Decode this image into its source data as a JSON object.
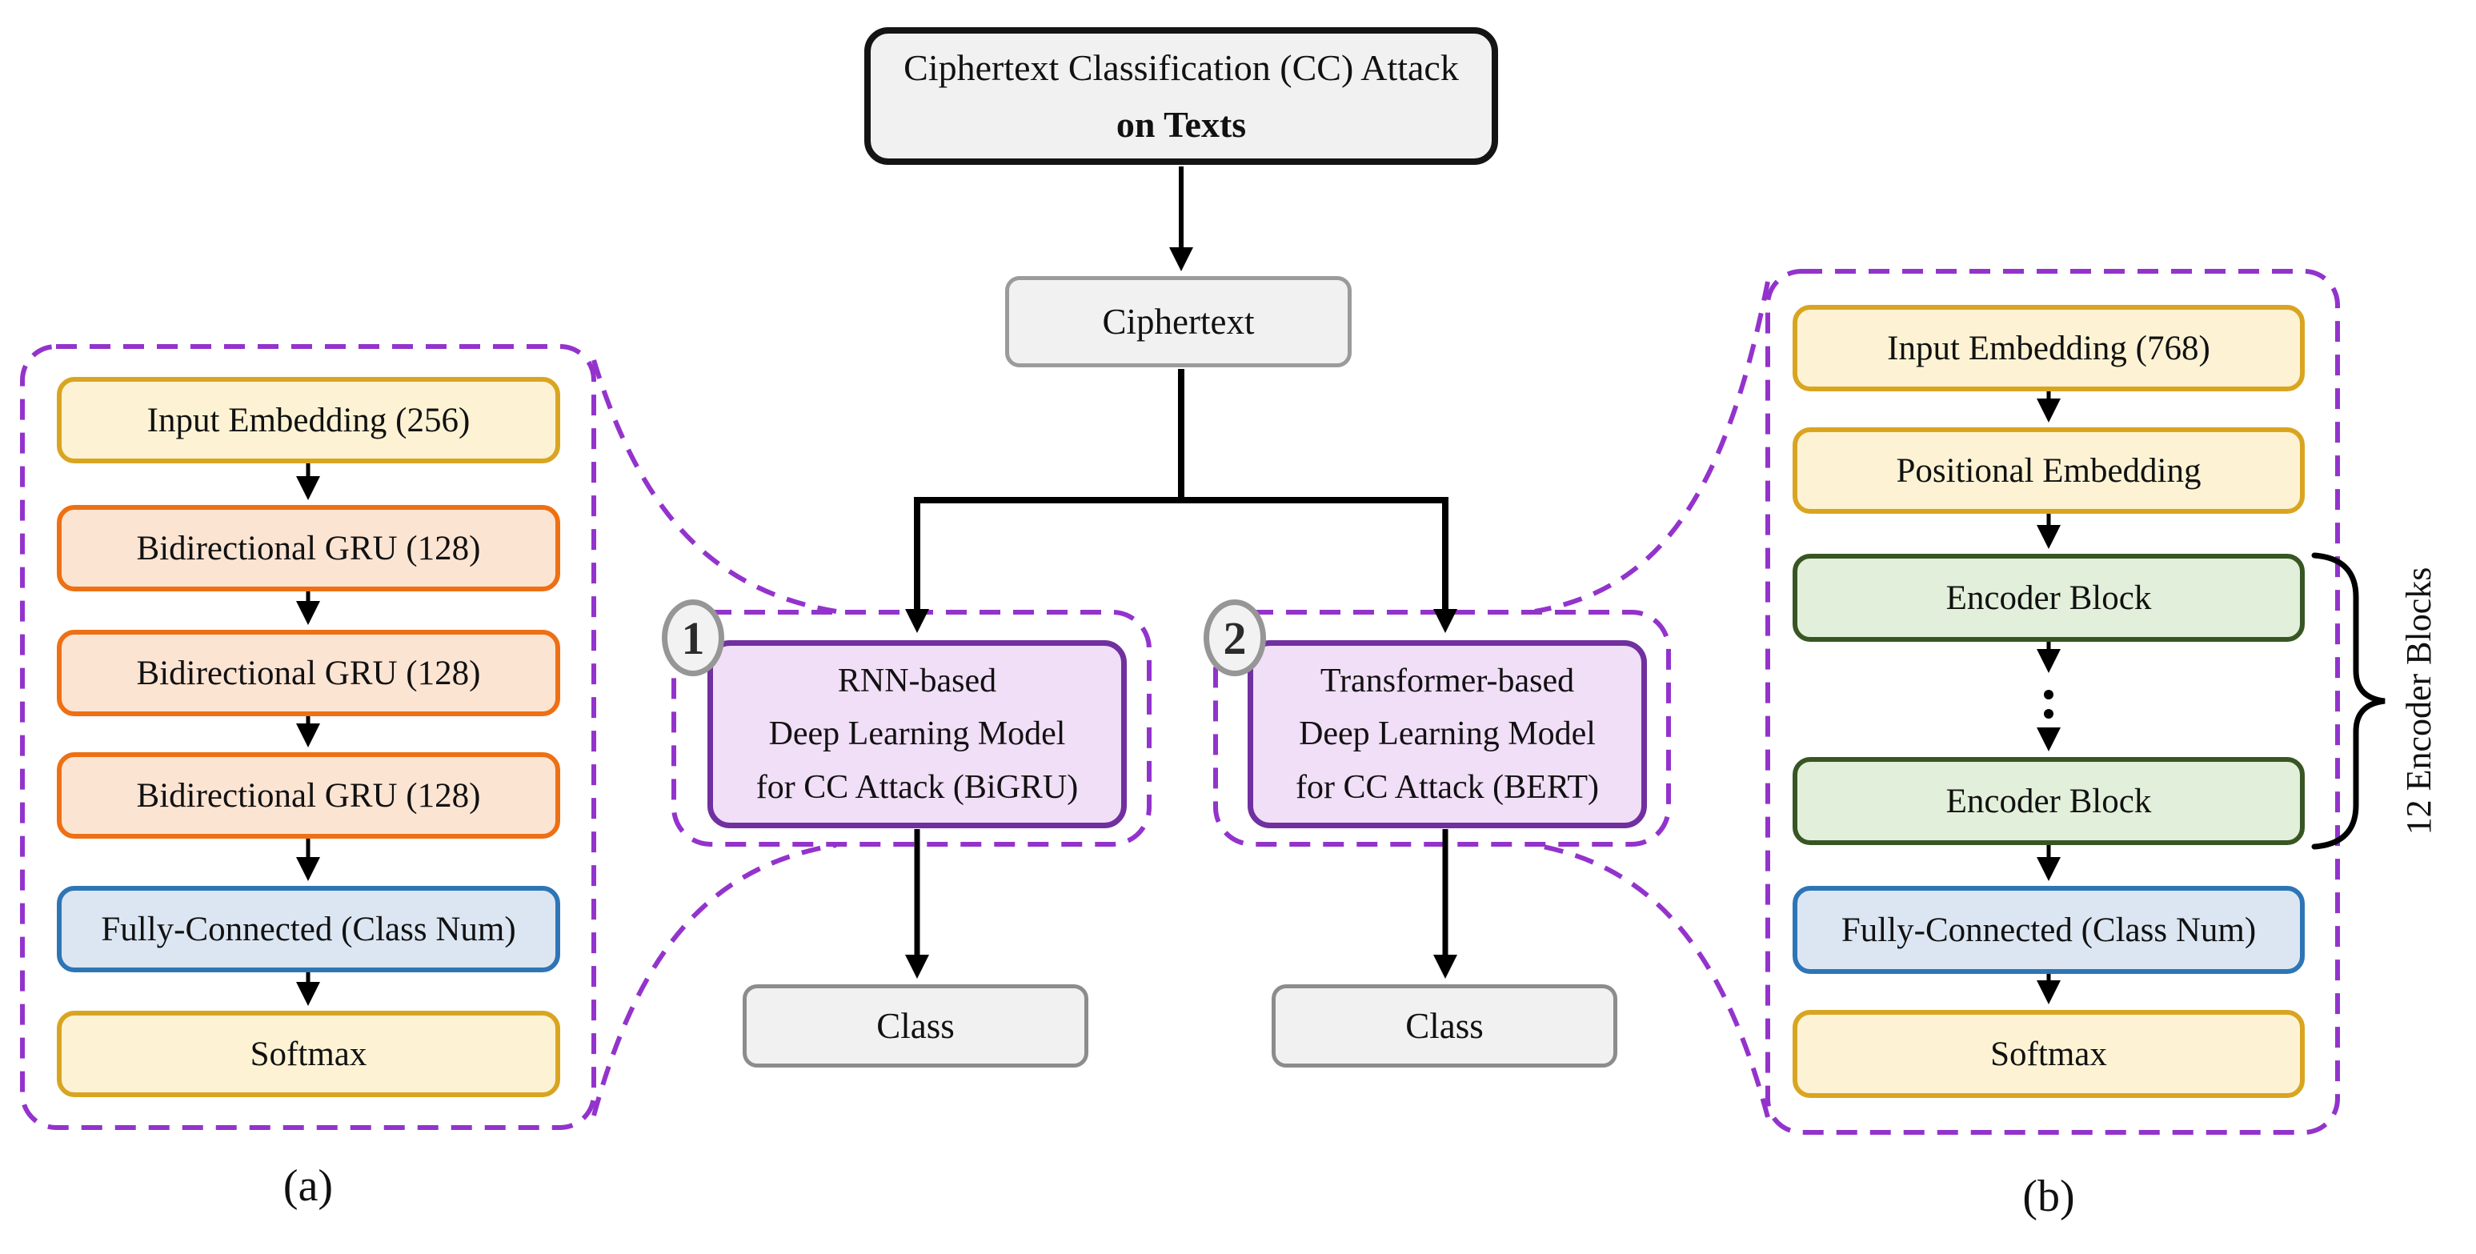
{
  "flow": {
    "title_line1": "Ciphertext Classification (CC) Attack",
    "title_line2": "on Texts",
    "ciphertext": "Ciphertext",
    "class_left": "Class",
    "class_right": "Class"
  },
  "branch1": {
    "number": "1",
    "line1": "RNN-based",
    "line2": "Deep Learning Model",
    "line3": "for CC Attack (BiGRU)"
  },
  "branch2": {
    "number": "2",
    "line1": "Transformer-based",
    "line2": "Deep Learning Model",
    "line3": "for CC Attack (BERT)"
  },
  "panel_a": {
    "caption": "(a)",
    "box1": "Input Embedding (256)",
    "box2": "Bidirectional GRU (128)",
    "box3": "Bidirectional GRU (128)",
    "box4": "Bidirectional GRU (128)",
    "box5": "Fully-Connected (Class Num)",
    "box6": "Softmax"
  },
  "panel_b": {
    "caption": "(b)",
    "box1": "Input Embedding (768)",
    "box2": "Positional Embedding",
    "box3": "Encoder Block",
    "box4": "Encoder Block",
    "box5": "Fully-Connected (Class Num)",
    "box6": "Softmax",
    "brace_label": "12 Encoder Blocks"
  },
  "colors": {
    "dashed_purple": "#9333CC",
    "model_border_purple": "#7030A0",
    "model_fill_purple": "#F1DEF7",
    "yellow_fill": "#FDF3D4",
    "yellow_border": "#D9A521",
    "orange_fill": "#FCE4D3",
    "orange_border": "#ED7014",
    "blue_fill": "#DCE6F2",
    "blue_border": "#2E75B6",
    "green_fill": "#E2EFDA",
    "green_border": "#375623",
    "gray_fill": "#F1F1F1",
    "gray_border": "#8C8C8C",
    "arrow_black": "#000000"
  }
}
